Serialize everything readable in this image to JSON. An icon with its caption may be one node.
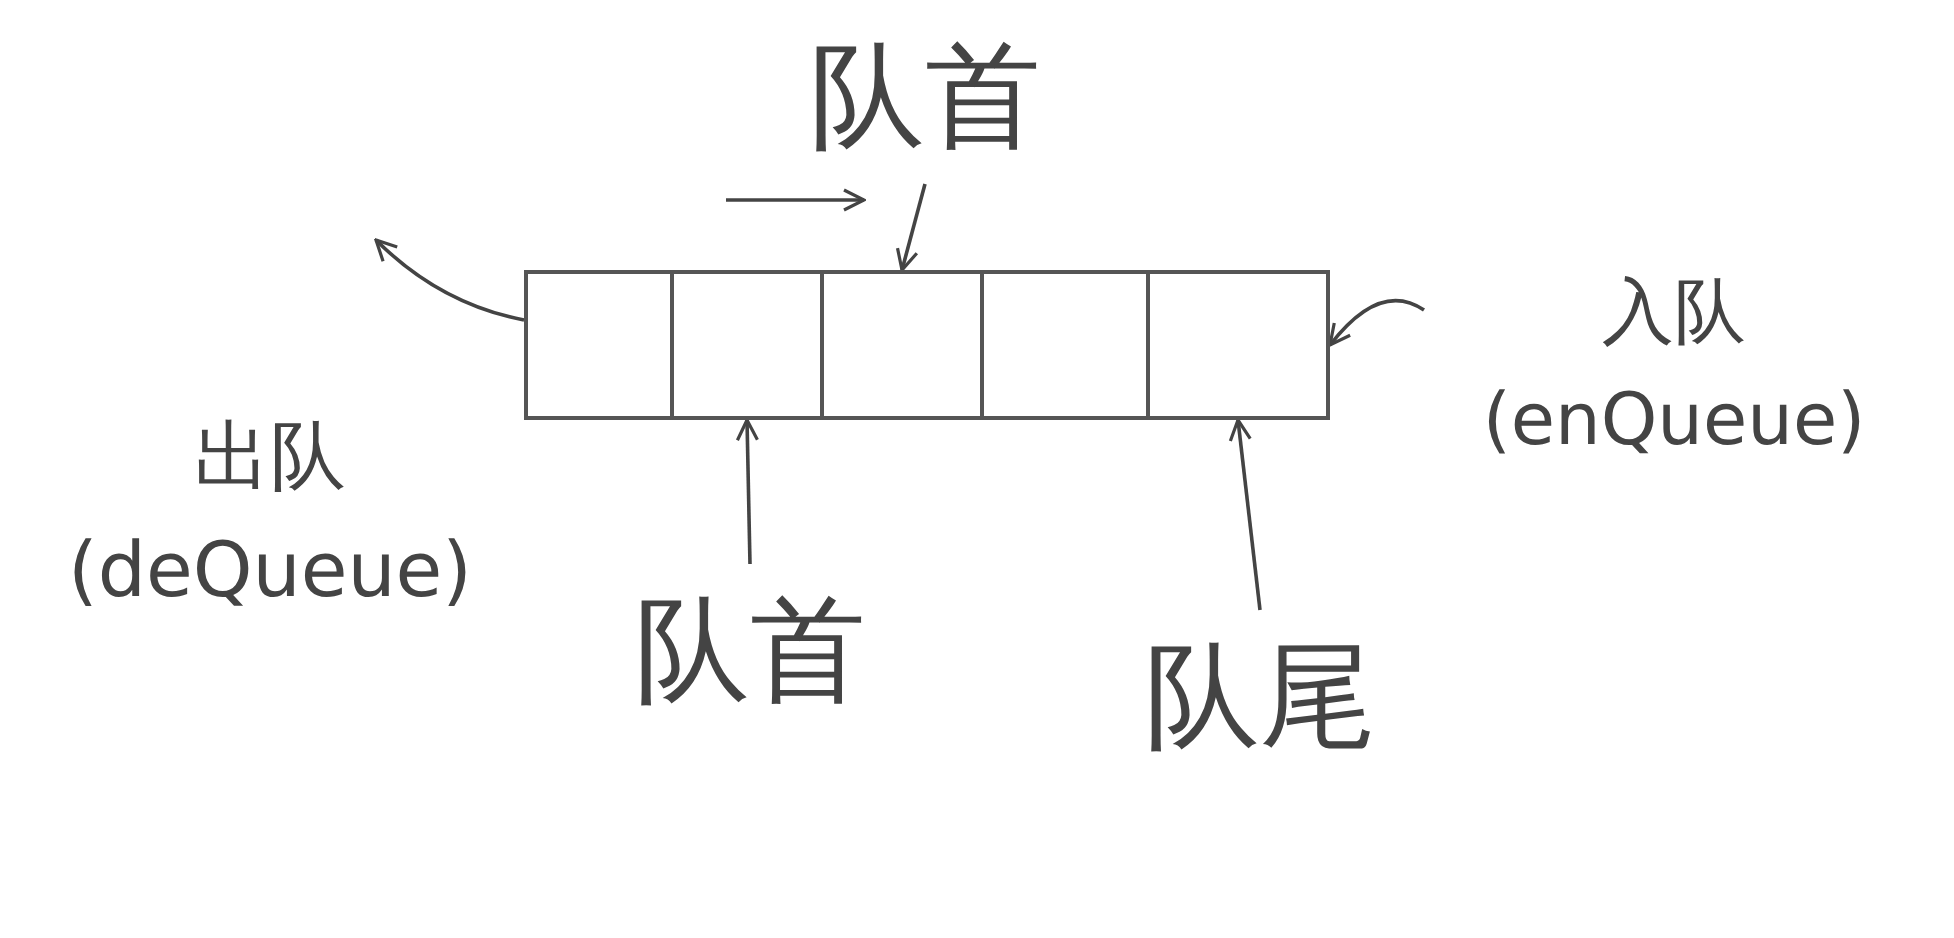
{
  "diagram": {
    "nodes": [
      {
        "text": [
          "队首"
        ]
      },
      {
        "text": [],
        "shape": "box"
      },
      {
        "text": [],
        "shape": "box"
      },
      {
        "text": [],
        "shape": "box"
      },
      {
        "text": [],
        "shape": "box"
      },
      {
        "text": [],
        "shape": "box"
      },
      {
        "text": [
          "入队 (enQueue)"
        ]
      },
      {
        "text": [
          "出队 (deQueue)"
        ]
      },
      {
        "text": [
          "队首"
        ]
      },
      {
        "text": [
          "队尾"
        ]
      }
    ],
    "edges": [
      {
        "from": 0,
        "to": 3,
        "arrow": "to"
      },
      {
        "from": 8,
        "to": 2,
        "arrow": "to"
      },
      {
        "from": 9,
        "to": 5,
        "arrow": "to"
      },
      {
        "from": 6,
        "to": 5,
        "arrow": "to"
      },
      {
        "from": 1,
        "to": null,
        "arrow": "to"
      }
    ]
  }
}
